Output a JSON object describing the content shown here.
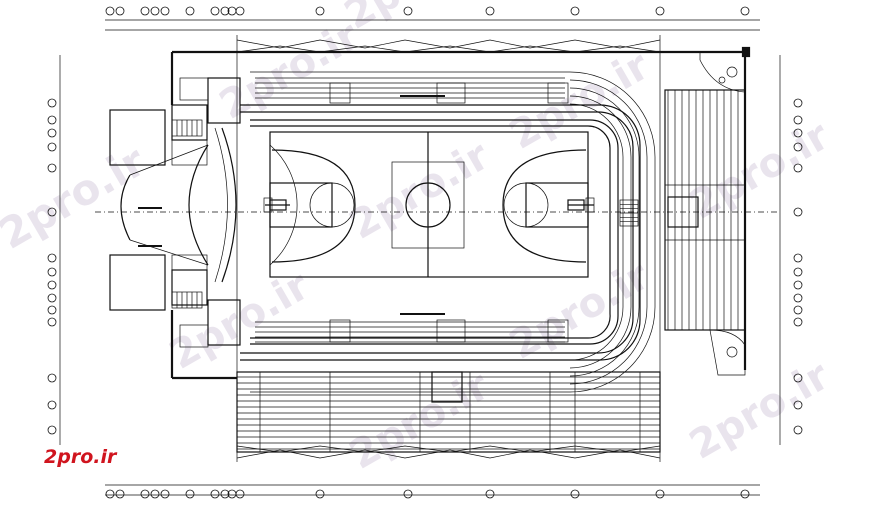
{
  "drawing": {
    "subject": "sports-hall-floor-plan",
    "watermark_text": "2pro.ir",
    "logo_text": "2pro.ir",
    "logo_color": "#d0141e",
    "line_color": "#111111",
    "background": "#ffffff"
  }
}
